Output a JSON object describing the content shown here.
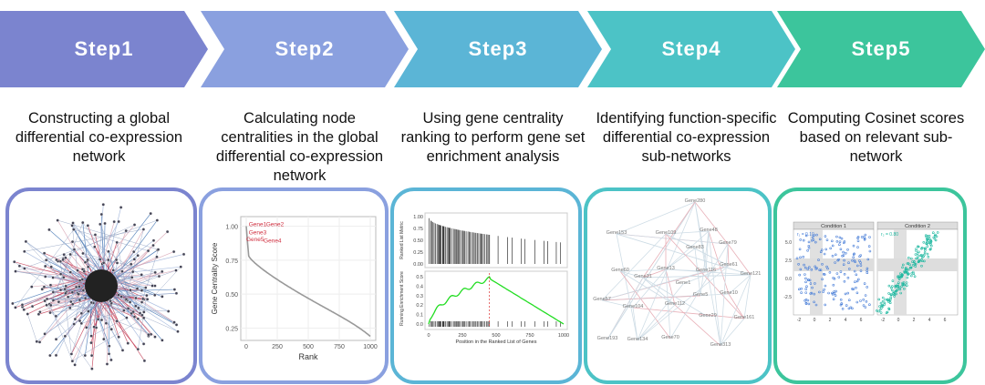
{
  "steps": [
    {
      "label": "Step1",
      "color": "#7b84cf",
      "description": "Constructing a global differential co-expression network"
    },
    {
      "label": "Step2",
      "color": "#8aa0df",
      "description": "Calculating node centralities in the global differential co-expression network"
    },
    {
      "label": "Step3",
      "color": "#5bb5d6",
      "description": "Using gene centrality ranking to perform gene set enrichment analysis"
    },
    {
      "label": "Step4",
      "color": "#4cc3c6",
      "description": "Identifying function-specific differential co-expression sub-networks"
    },
    {
      "label": "Step5",
      "color": "#3cc59c",
      "description": "Computing Cosinet scores based on relevant sub-network"
    }
  ],
  "panel2": {
    "ylabel": "Gene Centrality Score",
    "xlabel": "Rank",
    "yticks": [
      "1.00",
      "0.75",
      "0.50",
      "0.25"
    ],
    "xticks": [
      "0",
      "250",
      "500",
      "750",
      "1000"
    ],
    "genes": [
      "Gene1",
      "Gene2",
      "Gene3",
      "Gene4",
      "Gene5"
    ]
  },
  "panel3": {
    "top_ylabel": "Ranked List Metric",
    "bottom_ylabel": "Running Enrichment Score",
    "xlabel": "Position in the Ranked List of Genes",
    "top_yticks": [
      "1.00",
      "0.75",
      "0.50",
      "0.25",
      "0.00"
    ],
    "bottom_yticks": [
      "0.5",
      "0.4",
      "0.3",
      "0.2",
      "0.1",
      "0.0"
    ],
    "xticks": [
      "0",
      "250",
      "500",
      "750",
      "1000"
    ]
  },
  "panel4": {
    "genes": [
      "Gene280",
      "Gene153",
      "Gene109",
      "Gene48",
      "Gene79",
      "Gene83",
      "Gene61",
      "Gene121",
      "Gene13",
      "Gene60",
      "Gene31",
      "Gene116",
      "Gene1",
      "Gene10",
      "Gene5",
      "Gene57",
      "Gene104",
      "Gene112",
      "Gene29",
      "Gene161",
      "Gene193",
      "Gene134",
      "Gene70",
      "Gene313"
    ]
  },
  "panel5": {
    "conditions": [
      "Condition 1",
      "Condition 2"
    ],
    "scores": [
      "r₁ = 0.10",
      "r₂ = 0.80"
    ],
    "yticks": [
      "5.0",
      "2.5",
      "0.0",
      "-2.5"
    ],
    "xticks": [
      "-2",
      "0",
      "2",
      "4",
      "6"
    ]
  }
}
